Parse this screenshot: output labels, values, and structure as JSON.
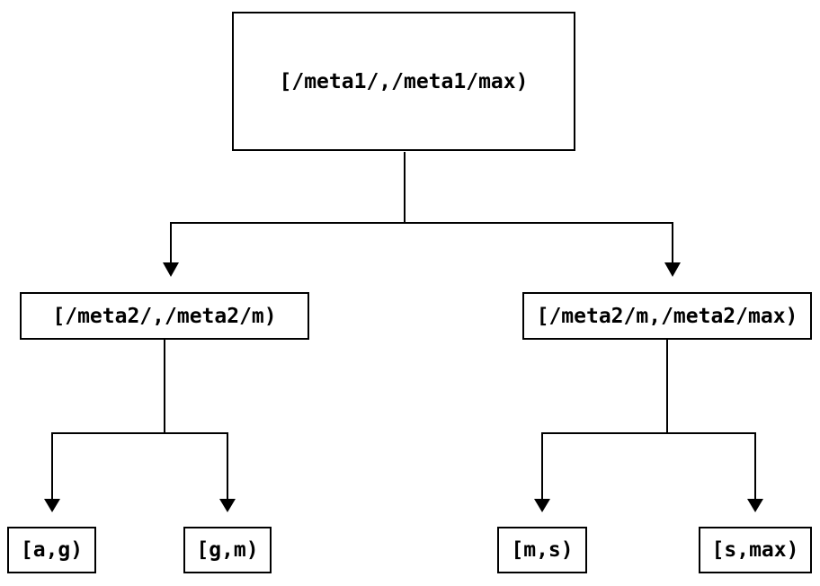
{
  "diagram": {
    "type": "tree",
    "background_color": "#ffffff",
    "line_color": "#000000",
    "box_border_color": "#000000",
    "text_color": "#000000",
    "nodes": {
      "root": {
        "label": "[/meta1/,/meta1/max)"
      },
      "meta2_low": {
        "label": "[/meta2/,/meta2/m)"
      },
      "meta2_high": {
        "label": "[/meta2/m,/meta2/max)"
      },
      "leaf_ag": {
        "label": "[a,g)"
      },
      "leaf_gm": {
        "label": "[g,m)"
      },
      "leaf_ms": {
        "label": "[m,s)"
      },
      "leaf_smax": {
        "label": "[s,max)"
      }
    },
    "edges": [
      {
        "from": "root",
        "to": "meta2_low"
      },
      {
        "from": "root",
        "to": "meta2_high"
      },
      {
        "from": "meta2_low",
        "to": "leaf_ag"
      },
      {
        "from": "meta2_low",
        "to": "leaf_gm"
      },
      {
        "from": "meta2_high",
        "to": "leaf_ms"
      },
      {
        "from": "meta2_high",
        "to": "leaf_smax"
      }
    ]
  }
}
